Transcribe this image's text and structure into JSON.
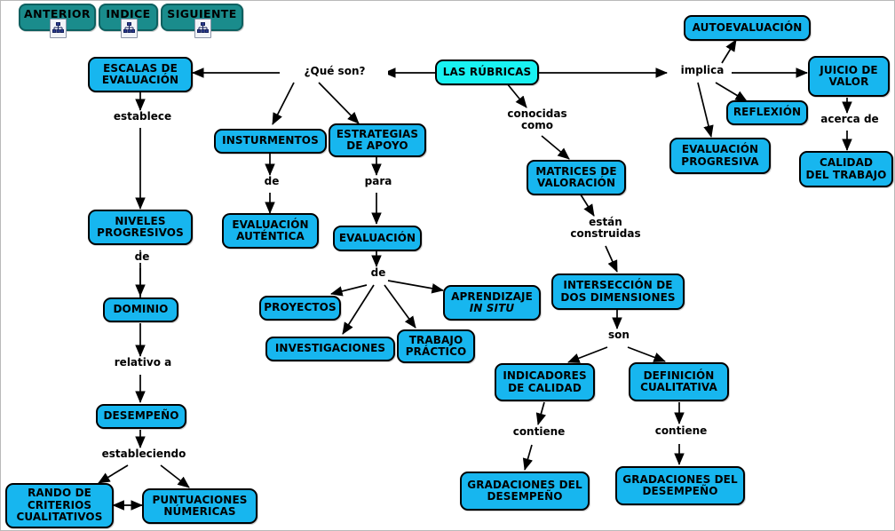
{
  "page": {
    "title": "LAS RÚBRICAS - Mapa conceptual",
    "background": "#ffffff",
    "node_color": "#17b6ef",
    "center_node_color": "#19f2f2",
    "nav_color": "#1a8c8c",
    "line_color": "#000000"
  },
  "nav": {
    "buttons": [
      {
        "label": "ANTERIOR",
        "icon": "concept-map-icon"
      },
      {
        "label": "INDICE",
        "icon": "concept-map-icon"
      },
      {
        "label": "SIGUIENTE",
        "icon": "concept-map-icon"
      }
    ]
  },
  "nodes": [
    {
      "id": "escalas",
      "label": "ESCALAS DE\nEVALUACIÓN"
    },
    {
      "id": "rubricas",
      "label": "LAS RÚBRICAS"
    },
    {
      "id": "insturmentos",
      "label": "INSTURMENTOS"
    },
    {
      "id": "estrategias",
      "label": "ESTRATEGIAS\nDE APOYO"
    },
    {
      "id": "evalautentica",
      "label": "EVALUACIÓN\nAUTÉNTICA"
    },
    {
      "id": "evaluacion",
      "label": "EVALUACIÓN"
    },
    {
      "id": "proyectos",
      "label": "PROYECTOS"
    },
    {
      "id": "investigaciones",
      "label": "INVESTIGACIONES"
    },
    {
      "id": "trabajo",
      "label": "TRABAJO\nPRÁCTICO"
    },
    {
      "id": "aprendizaje",
      "label": "APRENDIZAJE",
      "label2": "IN SITU"
    },
    {
      "id": "niveles",
      "label": "NIVELES\nPROGRESIVOS"
    },
    {
      "id": "dominio",
      "label": "DOMINIO"
    },
    {
      "id": "desempeno",
      "label": "DESEMPEÑO"
    },
    {
      "id": "rando",
      "label": "RANDO DE\nCRITERIOS\nCUALITATIVOS"
    },
    {
      "id": "puntuaciones",
      "label": "PUNTUACIONES\nNÚMERICAS"
    },
    {
      "id": "matrices",
      "label": "MATRICES DE\nVALORACIÓN"
    },
    {
      "id": "interseccion",
      "label": "INTERSECCIÓN DE\nDOS DIMENSIONES"
    },
    {
      "id": "indicadores",
      "label": "INDICADORES\nDE CALIDAD"
    },
    {
      "id": "definicion",
      "label": "DEFINICIÓN\nCUALITATIVA"
    },
    {
      "id": "gradaciones1",
      "label": "GRADACIONES DEL\nDESEMPEÑO"
    },
    {
      "id": "gradaciones2",
      "label": "GRADACIONES DEL\nDESEMPEÑO"
    },
    {
      "id": "autoevaluacion",
      "label": "AUTOEVALUACIÓN"
    },
    {
      "id": "reflexion",
      "label": "REFLEXIÓN"
    },
    {
      "id": "evalprogresiva",
      "label": "EVALUACIÓN\nPROGRESIVA"
    },
    {
      "id": "juicio",
      "label": "JUICIO DE\nVALOR"
    },
    {
      "id": "calidad",
      "label": "CALIDAD\nDEL TRABAJO"
    }
  ],
  "link_labels": [
    {
      "id": "quesson",
      "text": "¿Qué son?"
    },
    {
      "id": "establece",
      "text": "establece"
    },
    {
      "id": "de1",
      "text": "de"
    },
    {
      "id": "para",
      "text": "para"
    },
    {
      "id": "de2",
      "text": "de"
    },
    {
      "id": "de3",
      "text": "de"
    },
    {
      "id": "relativoa",
      "text": "relativo a"
    },
    {
      "id": "estableciendo",
      "text": "estableciendo"
    },
    {
      "id": "conocidas",
      "text": "conocidas\ncomo"
    },
    {
      "id": "estan",
      "text": "están\nconstruidas"
    },
    {
      "id": "son",
      "text": "son"
    },
    {
      "id": "contiene1",
      "text": "contiene"
    },
    {
      "id": "contiene2",
      "text": "contiene"
    },
    {
      "id": "implica",
      "text": "implica"
    },
    {
      "id": "acercade",
      "text": "acerca de"
    }
  ]
}
